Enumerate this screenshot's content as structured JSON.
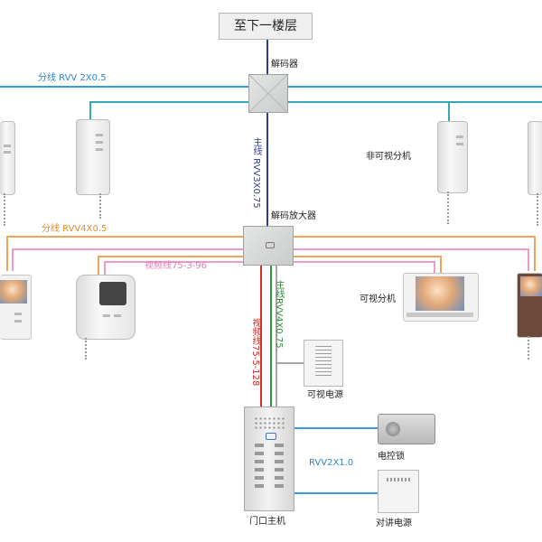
{
  "title": "至下一楼层",
  "labels": {
    "decoder": "解码器",
    "branch_rvv_2x05": "分线 RVV 2X0.5",
    "main_rvv3x075": "主线 RVV3X0.75",
    "non_visual_ext": "非可视分机",
    "decoder_amp": "解码放大器",
    "branch_rvv4x05": "分线 RVV4X0.5",
    "video_75_3_96": "视频线75-3-96",
    "main_rvv4x075": "主线RVV4X0.75",
    "video_75_5_128": "视频线75-5-128",
    "visual_ext": "可视分机",
    "visual_power": "可视电源",
    "rvv2x10": "RVV2X1.0",
    "electric_lock": "电控锁",
    "door_main_unit": "门口主机",
    "intercom_power": "对讲电源"
  },
  "colors": {
    "blue_line": "#3b9ad8",
    "navy_line": "#2b3f8f",
    "orange_line": "#f0a35a",
    "pink_line": "#ef9ac8",
    "red_line": "#d9302a",
    "green_line": "#2e9a3c",
    "gray_line": "#8a8a8a",
    "orange_text": "#e58a2e",
    "pink_text": "#e07cb6",
    "navy_text": "#2b3f8f",
    "green_text": "#2e8b3c",
    "red_text": "#cc2a22",
    "blue_text": "#2f86c6",
    "panel_label_text": "#2f86c6"
  }
}
